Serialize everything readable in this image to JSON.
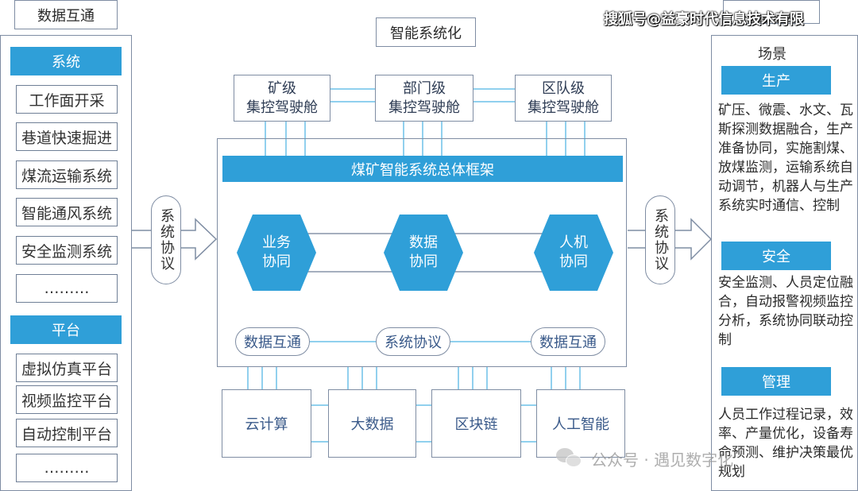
{
  "left": {
    "title": "数据互通",
    "system_header": "系统",
    "system_items": [
      "工作面开采",
      "巷道快速掘进",
      "煤流运输系统",
      "智能通风系统",
      "安全监测系统",
      "………"
    ],
    "platform_header": "平台",
    "platform_items": [
      "虚拟仿真平台",
      "视频监控平台",
      "自动控制平台",
      "………"
    ]
  },
  "center": {
    "top_title": "智能系统化",
    "cockpits": [
      {
        "line1": "矿级",
        "line2": "集控驾驶舱"
      },
      {
        "line1": "部门级",
        "line2": "集控驾驶舱"
      },
      {
        "line1": "区队级",
        "line2": "集控驾驶舱"
      }
    ],
    "framework_title": "煤矿智能系统总体框架",
    "hexagons": [
      {
        "line1": "业务",
        "line2": "协同"
      },
      {
        "line1": "数据",
        "line2": "协同"
      },
      {
        "line1": "人机",
        "line2": "协同"
      }
    ],
    "pills": [
      "数据互通",
      "系统协议",
      "数据互通"
    ],
    "tech": [
      "云计算",
      "大数据",
      "区块链",
      "人工智能"
    ]
  },
  "arrows": {
    "left_label": "系统协议",
    "right_label": "系统协议"
  },
  "right": {
    "top_title": "清晰再告",
    "scene_label": "场景",
    "production_header": "生产",
    "production_text": "矿压、微震、水文、瓦斯探测数据融合，生产准备协同，实施割煤、放煤监测，运输系统自动调节，机器人与生产系统实时通信、控制",
    "safety_header": "安全",
    "safety_text": "安全监测、人员定位融合，自动报警视频监控分析，系统协同联动控制",
    "management_header": "管理",
    "management_text": "人员工作过程记录，效率、产量优化，设备寿命预测、维护决策最优规划"
  },
  "watermarks": {
    "top_right": "搜狐号@益豪时代信息技术有限",
    "bottom": "公众号 · 遇见数字化"
  },
  "colors": {
    "accent_blue": "#2f9fd8",
    "line_blue": "#6cc0e8",
    "border": "#7f8da3"
  }
}
